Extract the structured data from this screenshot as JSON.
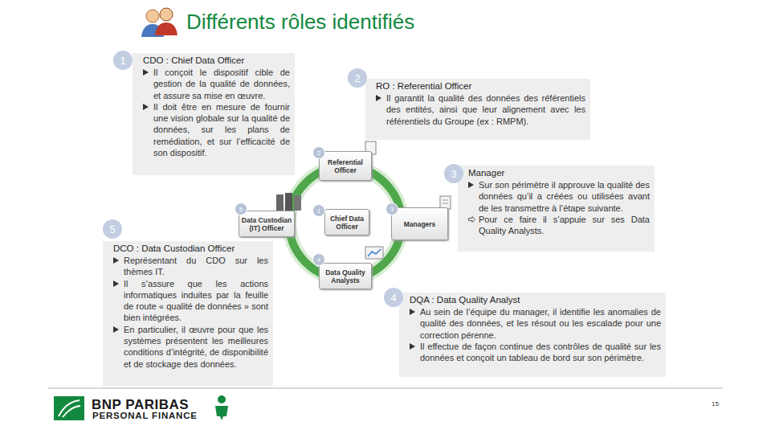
{
  "diagram": {
    "title": "Différents rôles identifiés",
    "nodes": [
      {
        "text": [
          "CDO : Chief Data Officer",
          "Il conçoit le dispositif cible de gestion de la qualité de données, et assure sa mise en œuvre.",
          "Il doit être en mesure de fournir une vision globale sur la qualité de données, sur les plans de remédiation, et sur l’efficacité de son dispositif."
        ]
      },
      {
        "text": [
          "RO : Referential Officer",
          "Il garantit la qualité des données des référentiels des entités, ainsi que leur alignement avec les référentiels du Groupe (ex : RMPM)."
        ]
      },
      {
        "text": [
          "Manager",
          "Sur son périmètre il approuve la qualité des données qu’il a créées ou utilisées avant de les transmettre à l’étape suivante.",
          "Pour ce faire il s’appuie sur ses Data Quality Analysts."
        ]
      },
      {
        "text": [
          "DCO : Data Custodian Officer",
          "Représentant du CDO sur les thèmes IT.",
          "Il s’assure que les actions informatiques induites par la feuille de route « qualité de données » sont bien intégrées.",
          "En particulier, il œuvre pour que les systèmes présentent les meilleures conditions d’intégrité, de disponibilité et de stockage des données."
        ]
      },
      {
        "text": [
          "DQA : Data Quality Analyst",
          "Au sein de l’équipe du manager, il identifie les anomalies de qualité des données, et les résout ou les escalade pour une correction pérenne.",
          "Il effectue de façon continue des contrôles de qualité sur les données et conçoit un tableau de bord sur son périmètre."
        ]
      },
      {
        "text": [
          "Referential Officer"
        ]
      },
      {
        "text": [
          "Chief Data Officer"
        ]
      },
      {
        "text": [
          "Data Custodian (IT) Officer"
        ]
      },
      {
        "text": [
          "Managers"
        ]
      },
      {
        "text": [
          "Data Quality Analysts"
        ]
      }
    ],
    "labels": [
      "1",
      "2",
      "3",
      "4",
      "5",
      "2",
      "1",
      "3",
      "5",
      "4",
      "BNP PARIBAS",
      "PERSONAL FINANCE",
      "15"
    ]
  }
}
